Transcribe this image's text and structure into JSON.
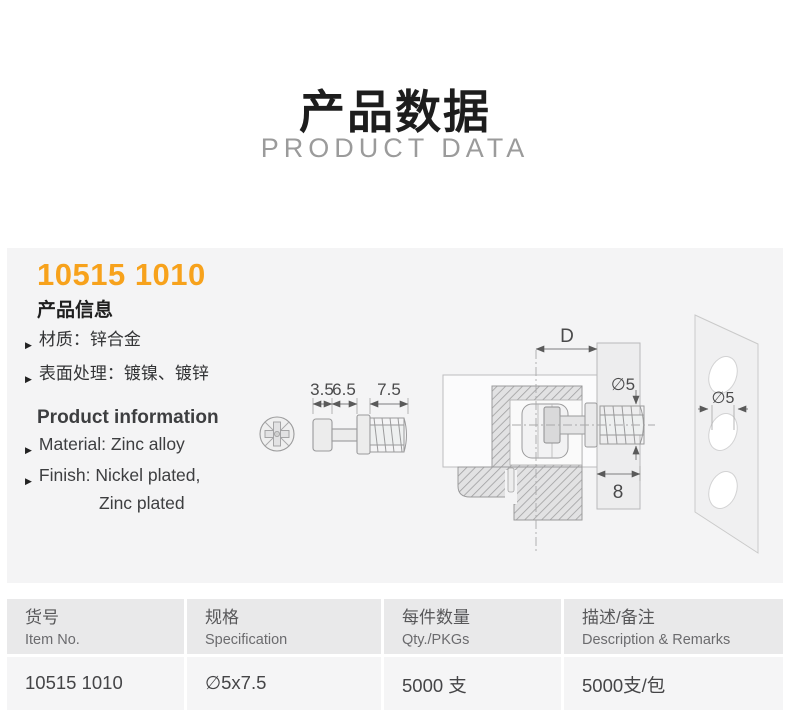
{
  "header": {
    "title_zh": "产品数据",
    "title_en": "PRODUCT DATA"
  },
  "icons": {
    "bullet": "▶"
  },
  "colors": {
    "accent_orange": "#f7a21c",
    "panel_bg": "#f4f4f5",
    "table_header_bg": "#e9e9ea",
    "table_row_bg": "#f5f5f6"
  },
  "product": {
    "item_no": "10515 1010",
    "info_zh": {
      "heading": "产品信息",
      "items": [
        "材质：锌合金",
        "表面处理：镀镍、镀锌"
      ]
    },
    "info_en": {
      "heading": "Product information",
      "items": [
        "Material: Zinc alloy",
        "Finish: Nickel plated,"
      ],
      "item_continuation": "Zinc plated"
    }
  },
  "drawing": {
    "front_side_view": {
      "dims": [
        "3.5",
        "6.5",
        "7.5"
      ]
    },
    "assembly": {
      "cam_distance": "D",
      "screw_dia": "∅5",
      "board_depth": "8"
    },
    "panel_view": {
      "hole_dia": "∅5"
    }
  },
  "table": {
    "columns": [
      {
        "zh": "货号",
        "en": "Item No."
      },
      {
        "zh": "规格",
        "en": "Specification"
      },
      {
        "zh": "每件数量",
        "en": "Qty./PKGs"
      },
      {
        "zh": "描述/备注",
        "en": "Description & Remarks"
      }
    ],
    "rows": [
      {
        "item_no": "10515 1010",
        "spec": "∅5x7.5",
        "qty": "5000 支",
        "remarks": "5000支/包"
      }
    ]
  }
}
